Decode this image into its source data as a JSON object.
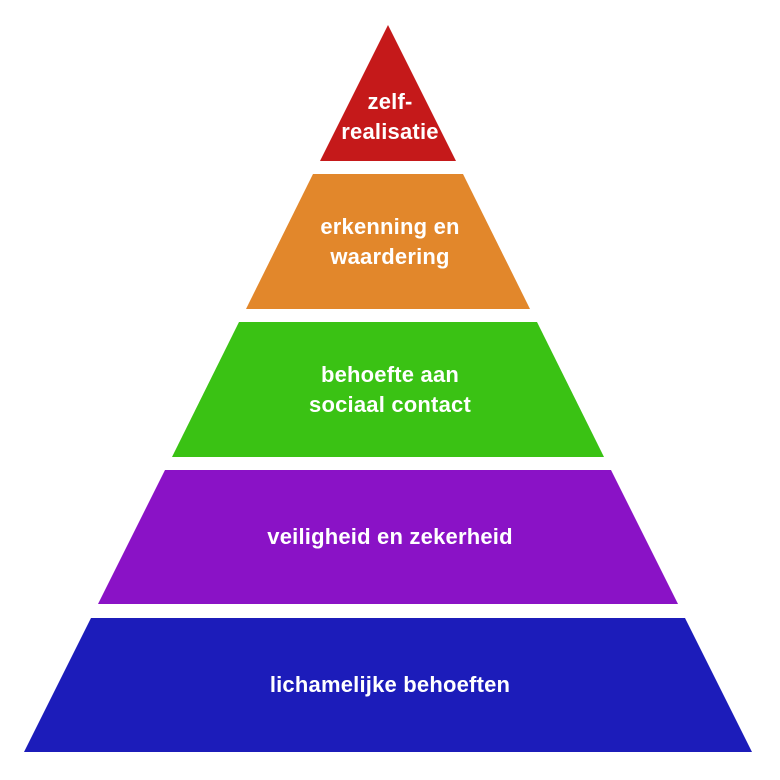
{
  "pyramid": {
    "background_color": "#ffffff",
    "text_color": "#ffffff",
    "levels": [
      {
        "label": "zelf-realisatie",
        "lines": [
          "zelf-",
          "realisatie"
        ],
        "color": "#c5191a"
      },
      {
        "label": "erkenning en waardering",
        "lines": [
          "erkenning en",
          "waardering"
        ],
        "color": "#e2872b"
      },
      {
        "label": "behoefte aan sociaal contact",
        "lines": [
          "behoefte aan",
          "sociaal contact"
        ],
        "color": "#3ac214"
      },
      {
        "label": "veiligheid en zekerheid",
        "lines": [
          "veiligheid en zekerheid"
        ],
        "color": "#8a12c6"
      },
      {
        "label": "lichamelijke behoeften",
        "lines": [
          "lichamelijke behoeften"
        ],
        "color": "#1c1cba"
      }
    ]
  }
}
